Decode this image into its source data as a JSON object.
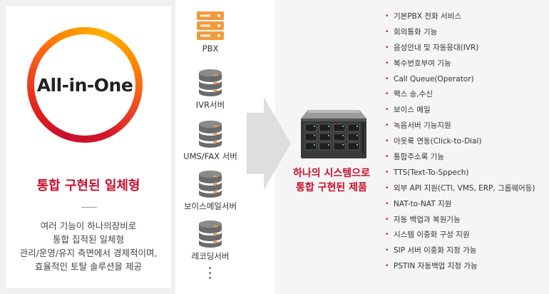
{
  "left": {
    "badge": "All-in-One",
    "title": "통합 구현된 일체형",
    "description": [
      "여러 기능이 하나의장비로",
      "통합 집적된 일체형",
      "관리/운영/유지 측면에서 경제적이며,",
      "효율적인 토탈 솔루션을 제공"
    ]
  },
  "servers": [
    {
      "label": "PBX",
      "icon": "orange-rack-server-icon"
    },
    {
      "label": "IVR서버",
      "icon": "database-icon"
    },
    {
      "label": "UMS/FAX 서버",
      "icon": "database-icon"
    },
    {
      "label": "보이스메일서버",
      "icon": "database-icon"
    },
    {
      "label": "레코딩서버",
      "icon": "database-icon"
    }
  ],
  "system": {
    "caption": [
      "하나의 시스템으로",
      "통합 구현된 제품"
    ]
  },
  "features": [
    "기본PBX 전화 서비스",
    "회의통화 기능",
    "음성안내 및 자동응대(IVR)",
    "복수번호부여 기능",
    "Call Queue(Operator)",
    "팩스 송,수신",
    "보이스 메일",
    "녹음서버 기능지원",
    "아웃룩 연동(Click-to-Dial)",
    "통합주소록 기능",
    "TTS(Text-To-Sppech)",
    "외부 API 지원(CTI, VMS, ERP, 그룹웨어등)",
    "NAT-to-NAT 지원",
    "자동 백업과 복원기능",
    "시스템 이중화 구성 지원",
    "SIP 서버 이중화 지정 가능",
    "PSTIN 자동백업 지정 가능"
  ],
  "colors": {
    "accent": "#c8102e",
    "server_orange": "#f39a3c",
    "database_gray": "#6b6b6b"
  }
}
